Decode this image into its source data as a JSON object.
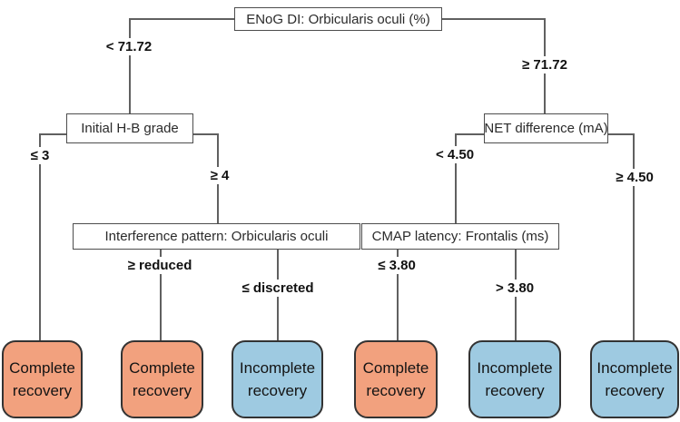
{
  "tree": {
    "root": {
      "label": "ENoG DI: Orbicularis oculi (%)",
      "left_branch": "< 71.72",
      "right_branch": "≥ 71.72"
    },
    "initial_hb": {
      "label": "Initial H-B grade",
      "left_branch": "≤ 3",
      "right_branch": "≥ 4"
    },
    "net_difference": {
      "label": "NET difference (mA)",
      "left_branch": "< 4.50",
      "right_branch": "≥ 4.50"
    },
    "interference_pattern": {
      "label": "Interference pattern: Orbicularis oculi",
      "left_branch": "≥ reduced",
      "right_branch": "≤ discreted"
    },
    "cmap_latency": {
      "label": "CMAP latency: Frontalis (ms)",
      "left_branch": "≤ 3.80",
      "right_branch": "> 3.80"
    },
    "leaves": [
      {
        "label": "Complete recovery",
        "outcome": "complete",
        "fill": "#F2A17E"
      },
      {
        "label": "Complete recovery",
        "outcome": "complete",
        "fill": "#F2A17E"
      },
      {
        "label": "Incomplete recovery",
        "outcome": "incomplete",
        "fill": "#9ECAE1"
      },
      {
        "label": "Complete recovery",
        "outcome": "complete",
        "fill": "#F2A17E"
      },
      {
        "label": "Incomplete recovery",
        "outcome": "incomplete",
        "fill": "#9ECAE1"
      },
      {
        "label": "Incomplete recovery",
        "outcome": "incomplete",
        "fill": "#9ECAE1"
      }
    ],
    "colors": {
      "complete_fill": "#F2A17E",
      "incomplete_fill": "#9ECAE1",
      "line": "#606060",
      "box_border": "#4d4d4d"
    }
  }
}
